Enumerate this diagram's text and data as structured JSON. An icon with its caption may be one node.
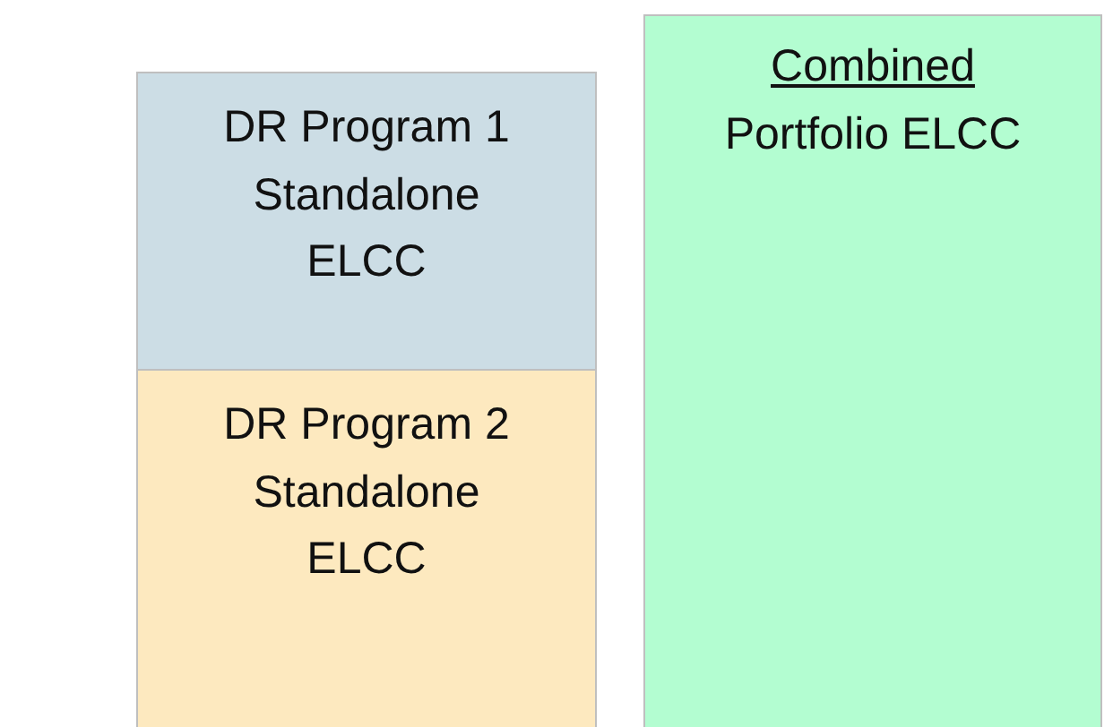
{
  "diagram": {
    "nodes": [
      {
        "text": [
          "DR Program 1 Standalone ELCC"
        ]
      },
      {
        "text": [
          "DR Program 2 Standalone ELCC"
        ]
      },
      {
        "text": [
          "Combined",
          "Portfolio ELCC"
        ]
      }
    ]
  }
}
